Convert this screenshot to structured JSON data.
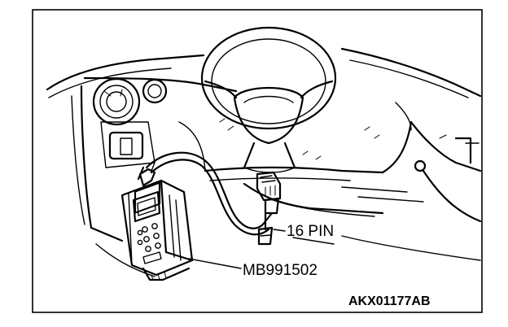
{
  "labels": {
    "connector": "16 PIN",
    "tool": "MB991502",
    "figure_code": "AKX01177AB"
  },
  "colors": {
    "ink": "#000000",
    "paper": "#ffffff"
  }
}
